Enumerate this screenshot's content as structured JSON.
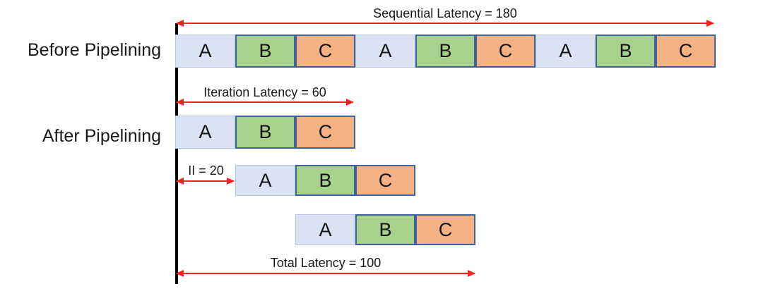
{
  "section_labels": {
    "before": "Before Pipelining",
    "after": "After Pipelining"
  },
  "annotations": {
    "sequential": "Sequential Latency = 180",
    "iteration": "Iteration Latency = 60",
    "ii": "II = 20",
    "total": "Total Latency = 100"
  },
  "values": {
    "sequential_latency": 180,
    "iteration_latency": 60,
    "initiation_interval": 20,
    "total_latency": 100
  },
  "rows": {
    "before": {
      "cells": [
        "A",
        "B",
        "C",
        "A",
        "B",
        "C",
        "A",
        "B",
        "C"
      ]
    },
    "after_iter1": {
      "cells": [
        "A",
        "B",
        "C"
      ]
    },
    "after_iter2": {
      "cells": [
        "A",
        "B",
        "C"
      ]
    },
    "after_iter3": {
      "cells": [
        "A",
        "B",
        "C"
      ]
    }
  },
  "colors": {
    "stage_a_fill": "#dae3f3",
    "stage_a_border": "#b4c7e7",
    "stage_b_fill": "#a9d18e",
    "stage_c_fill": "#f4b183",
    "stage_bc_border": "#41619b",
    "arrow_red": "#f82020",
    "axis_black": "#000000"
  }
}
